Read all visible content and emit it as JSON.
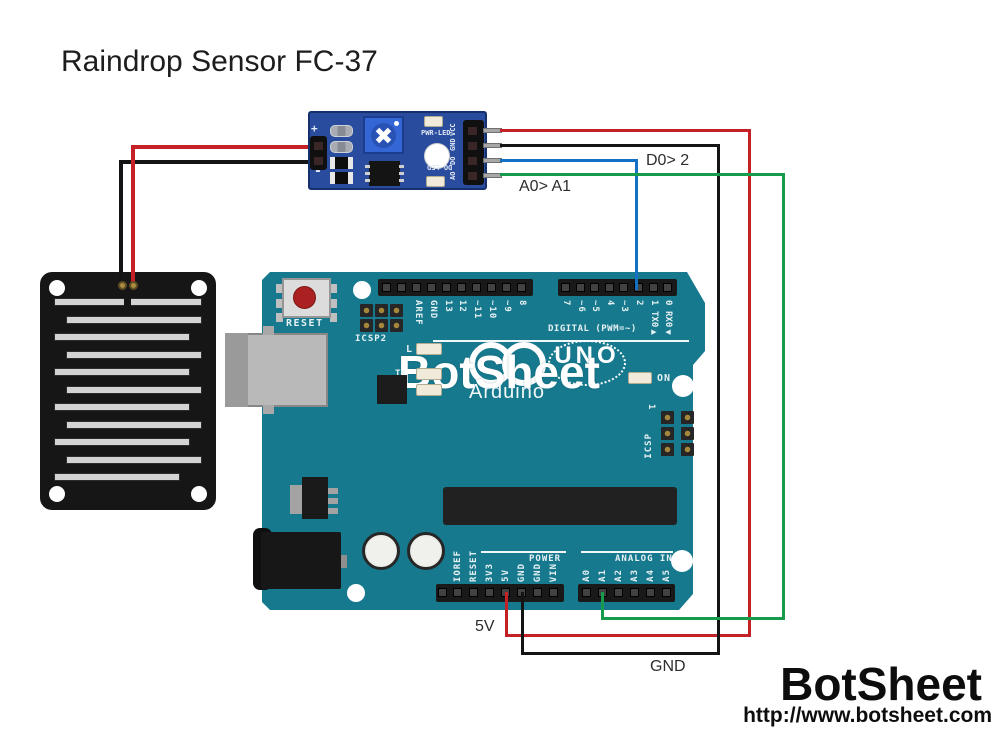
{
  "title": "Raindrop Sensor FC-37",
  "watermark": "BotSheet",
  "footer": {
    "brand": "BotSheet",
    "url": "http://www.botsheet.com"
  },
  "wire_labels": {
    "do": "D0> 2",
    "ao": "A0> A1",
    "v5": "5V",
    "gnd": "GND"
  },
  "module": {
    "plus": "+",
    "minus": "-",
    "pwr_led": "PWR-LED",
    "do_led": "DO-LED",
    "pins": [
      "VCC",
      "GND",
      "DO",
      "AO"
    ]
  },
  "arduino": {
    "reset_label": "RESET",
    "icsp2_label": "ICSP2",
    "icsp_label": "ICSP",
    "icsp_pin1": "1",
    "digital_group_label": "DIGITAL (PWM=~)",
    "digital_row_a": [
      "AREF",
      "GND",
      "13",
      "12",
      "~11",
      "~10",
      "~9",
      "8"
    ],
    "digital_row_b": [
      "7",
      "~6",
      "~5",
      "4",
      "~3",
      "2",
      "1",
      "0"
    ],
    "tx_label": "TX0▶",
    "rx_label": "RX0◀",
    "led_l_label": "L",
    "led_tx_label": "TX",
    "led_rx_label": "RX",
    "on_label": "ON",
    "brand": "Arduino",
    "model": "UNO",
    "power_group_label": "POWER",
    "power_pins": [
      "IOREF",
      "RESET",
      "3V3",
      "5V",
      "GND",
      "GND",
      "VIN"
    ],
    "analog_group_label": "ANALOG IN",
    "analog_pins": [
      "A0",
      "A1",
      "A2",
      "A3",
      "A4",
      "A5"
    ]
  },
  "colors": {
    "board_teal": "#17798e",
    "module_blue": "#2a4c9e",
    "wire_red": "#c42127",
    "wire_black": "#141414",
    "wire_blue": "#1470c4",
    "wire_green": "#169a4c"
  }
}
